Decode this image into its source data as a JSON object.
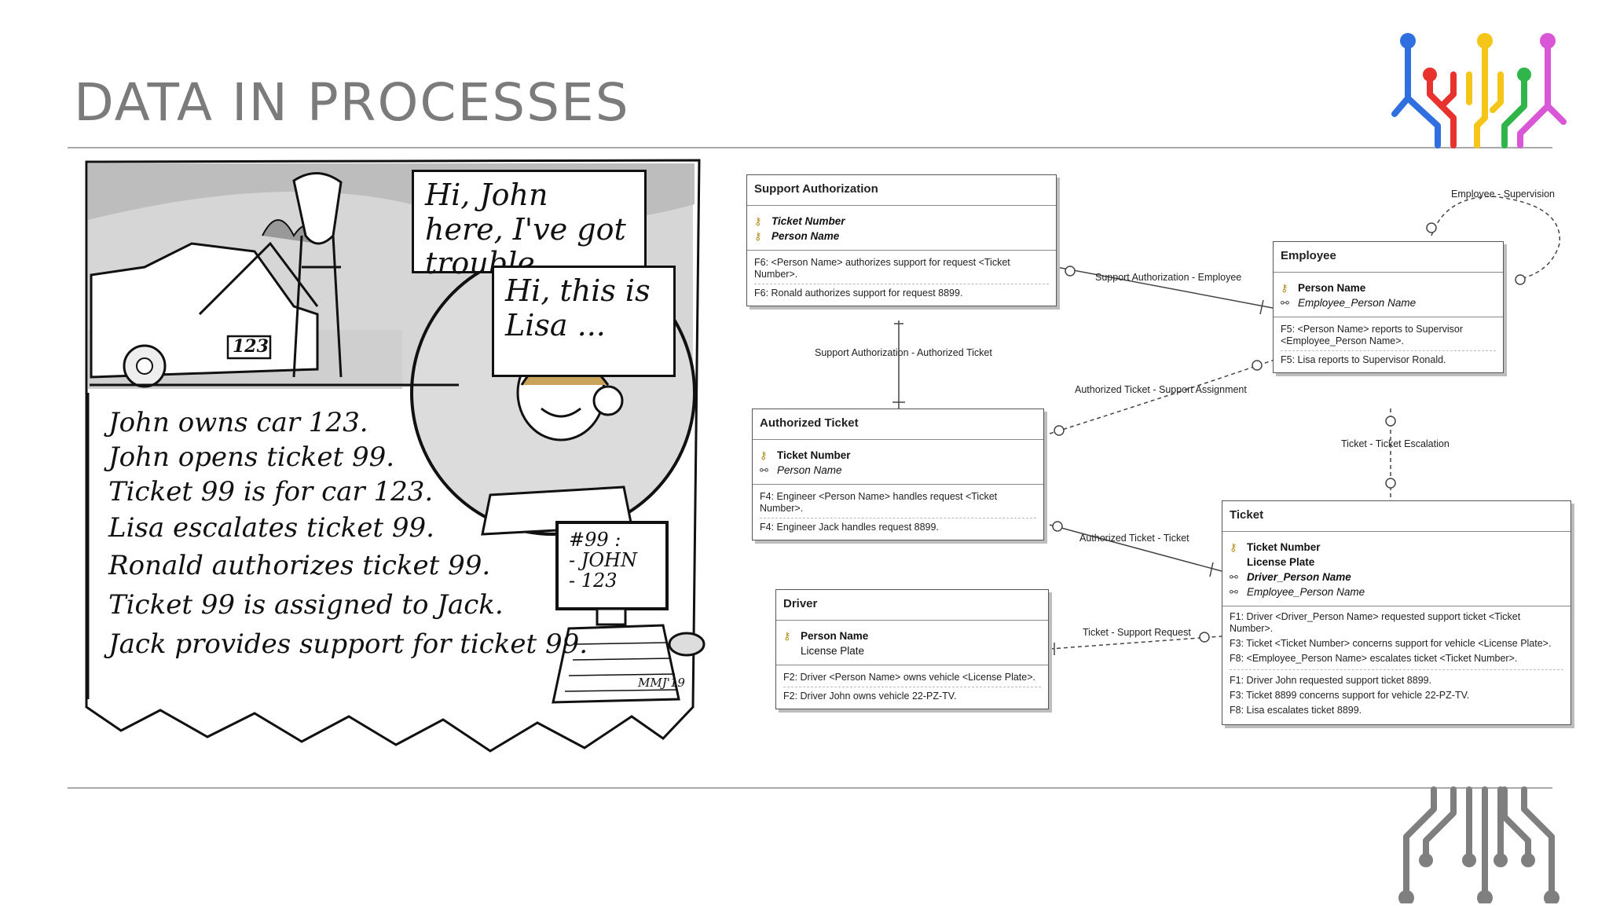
{
  "slide": {
    "title": "DATA IN PROCESSES"
  },
  "cartoon": {
    "bubble_john": "Hi, John here, I've got trouble",
    "bubble_lisa": "Hi, this is Lisa ...",
    "plate": "123",
    "screen": [
      "#99 :",
      "- JOHN",
      "- 123"
    ],
    "signature": "MMJ'19",
    "story": [
      "John owns car 123.",
      "John opens ticket 99.",
      "Ticket 99 is for car 123.",
      "Lisa escalates ticket 99.",
      "Ronald authorizes ticket 99.",
      "Ticket 99 is assigned to Jack.",
      "Jack provides support for ticket 99."
    ]
  },
  "diagram": {
    "entities": {
      "support_authorization": {
        "name": "Support Authorization",
        "attrs": [
          {
            "icon": "key-fk-icon",
            "text": "Ticket Number"
          },
          {
            "icon": "key-fk-icon",
            "text": "Person Name"
          }
        ],
        "facts": [
          "F6: <Person Name> authorizes support for request <Ticket Number>.",
          "F6: Ronald authorizes support for request 8899."
        ]
      },
      "employee": {
        "name": "Employee",
        "attrs": [
          {
            "icon": "key-icon",
            "text": "Person Name"
          },
          {
            "icon": "fk-icon",
            "text": "Employee_Person Name"
          }
        ],
        "facts": [
          "F5: <Person Name> reports to Supervisor <Employee_Person Name>.",
          "F5: Lisa reports to Supervisor Ronald."
        ]
      },
      "authorized_ticket": {
        "name": "Authorized Ticket",
        "attrs": [
          {
            "icon": "key-icon",
            "text": "Ticket Number"
          },
          {
            "icon": "fk-icon",
            "text": "Person Name"
          }
        ],
        "facts": [
          "F4: Engineer <Person Name> handles request <Ticket Number>.",
          "F4: Engineer Jack handles request 8899."
        ]
      },
      "ticket": {
        "name": "Ticket",
        "attrs": [
          {
            "icon": "key-icon",
            "text": "Ticket Number"
          },
          {
            "icon": "none",
            "text": "License Plate"
          },
          {
            "icon": "fk-icon",
            "text": "Driver_Person Name"
          },
          {
            "icon": "fk-icon",
            "text": "Employee_Person Name"
          }
        ],
        "facts": [
          "F1: Driver <Driver_Person Name> requested support ticket <Ticket Number>.",
          "F3: Ticket <Ticket Number> concerns support for vehicle <License Plate>.",
          "F8: <Employee_Person Name> escalates ticket <Ticket Number>.",
          "F1: Driver John requested support ticket 8899.",
          "F3: Ticket 8899 concerns support for vehicle 22-PZ-TV.",
          "F8: Lisa escalates ticket 8899."
        ]
      },
      "driver": {
        "name": "Driver",
        "attrs": [
          {
            "icon": "key-icon",
            "text": "Person Name"
          },
          {
            "icon": "none",
            "text": "License Plate"
          }
        ],
        "facts": [
          "F2: Driver <Person Name> owns vehicle <License Plate>.",
          "F2: Driver John owns vehicle 22-PZ-TV."
        ]
      }
    },
    "relationships": {
      "employee_supervision": "Employee - Supervision",
      "support_auth_employee": "Support Authorization - Employee",
      "support_auth_authorized_ticket": "Support Authorization - Authorized Ticket",
      "authorized_ticket_support_assignment": "Authorized Ticket - Support Assignment",
      "ticket_ticket_escalation": "Ticket - Ticket Escalation",
      "authorized_ticket_ticket": "Authorized Ticket - Ticket",
      "ticket_support_request": "Ticket - Support Request"
    }
  },
  "colors": {
    "logo_blue": "#2f6fe0",
    "logo_red": "#e8322e",
    "logo_yellow": "#f5c518",
    "logo_green": "#2fb54a",
    "logo_pink": "#d957d6",
    "logo_gray": "#7f7f7f"
  }
}
